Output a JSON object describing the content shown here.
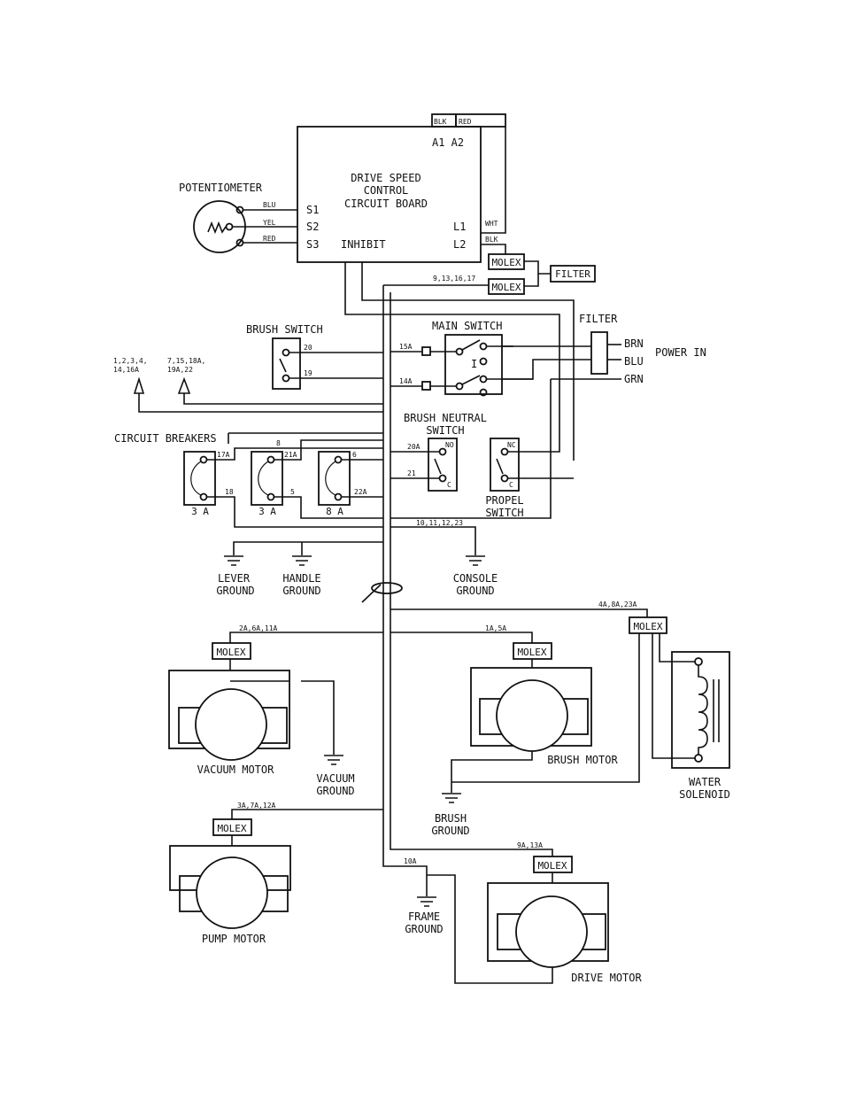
{
  "board": {
    "title_l1": "DRIVE SPEED",
    "title_l2": "CONTROL",
    "title_l3": "CIRCUIT BOARD",
    "a_terms": "A1  A2",
    "s1": "S1",
    "s2": "S2",
    "s3": "S3",
    "inhibit": "INHIBIT",
    "l1": "L1",
    "l2": "L2",
    "blk_top": "BLK",
    "red_top": "RED",
    "wht": "WHT",
    "blk_l2": "BLK"
  },
  "potentiometer": {
    "label": "POTENTIOMETER",
    "blu": "BLU",
    "yel": "YEL",
    "red": "RED"
  },
  "molex_label": "MOLEX",
  "filter_box": "FILTER",
  "filter_label": "FILTER",
  "wire_bundle_top": "9,13,16,17",
  "main_switch": {
    "label": "MAIN SWITCH",
    "w15a": "15A",
    "w14a": "14A",
    "pos": "I"
  },
  "power": {
    "brn": "BRN",
    "blu": "BLU",
    "grn": "GRN",
    "label": "POWER IN"
  },
  "brush_switch": {
    "label": "BRUSH SWITCH",
    "w20": "20",
    "w19": "19"
  },
  "plugs": {
    "left_l1": "1,2,3,4,",
    "left_l2": "14,16A",
    "right_l1": "7,15,18A,",
    "right_l2": "19A,22"
  },
  "brush_neutral": {
    "l1": "BRUSH NEUTRAL",
    "l2": "SWITCH",
    "no": "NO",
    "c": "C",
    "w20a": "20A",
    "w21": "21"
  },
  "propel": {
    "l1": "PROPEL",
    "l2": "SWITCH",
    "nc": "NC",
    "c": "C"
  },
  "breakers": {
    "label": "CIRCUIT BREAKERS",
    "b1": "3 A",
    "b2": "3 A",
    "b3": "8 A",
    "w17a": "17A",
    "w18": "18",
    "w8": "8",
    "w21a": "21A",
    "w5": "5",
    "w6": "6",
    "w22a": "22A"
  },
  "grounds_row": {
    "wires": "10,11,12,23",
    "lever": "LEVER",
    "handle": "HANDLE",
    "console": "CONSOLE",
    "ground": "GROUND"
  },
  "wire_4a": "4A,8A,23A",
  "wire_2a": "2A,6A,11A",
  "wire_1a": "1A,5A",
  "wire_3a": "3A,7A,12A",
  "wire_9a": "9A,13A",
  "wire_10a": "10A",
  "vacuum_motor": "VACUUM MOTOR",
  "vacuum_ground": [
    "VACUUM",
    "GROUND"
  ],
  "brush_motor": "BRUSH MOTOR",
  "brush_ground": [
    "BRUSH",
    "GROUND"
  ],
  "water_solenoid": [
    "WATER",
    "SOLENOID"
  ],
  "pump_motor": "PUMP MOTOR",
  "frame_ground": [
    "FRAME",
    "GROUND"
  ],
  "drive_motor": "DRIVE MOTOR"
}
